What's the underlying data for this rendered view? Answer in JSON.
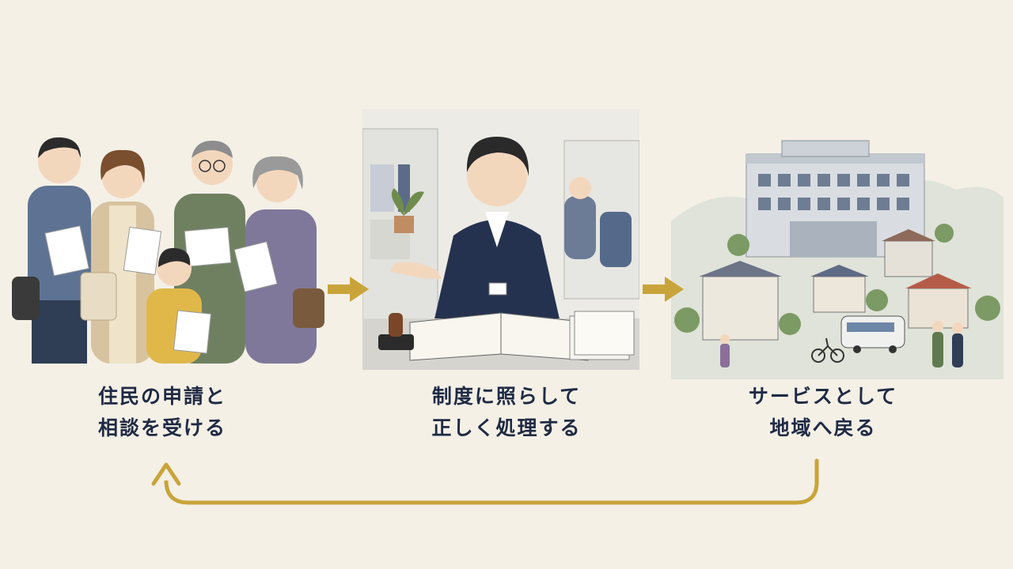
{
  "colors": {
    "background": "#f4f0e6",
    "arrow": "#c9a43a",
    "caption_text": "#1f2a44"
  },
  "steps": [
    {
      "caption": "住民の申請と\n相談を受ける"
    },
    {
      "caption": "制度に照らして\n正しく処理する"
    },
    {
      "caption": "サービスとして\n地域へ戻る"
    }
  ]
}
